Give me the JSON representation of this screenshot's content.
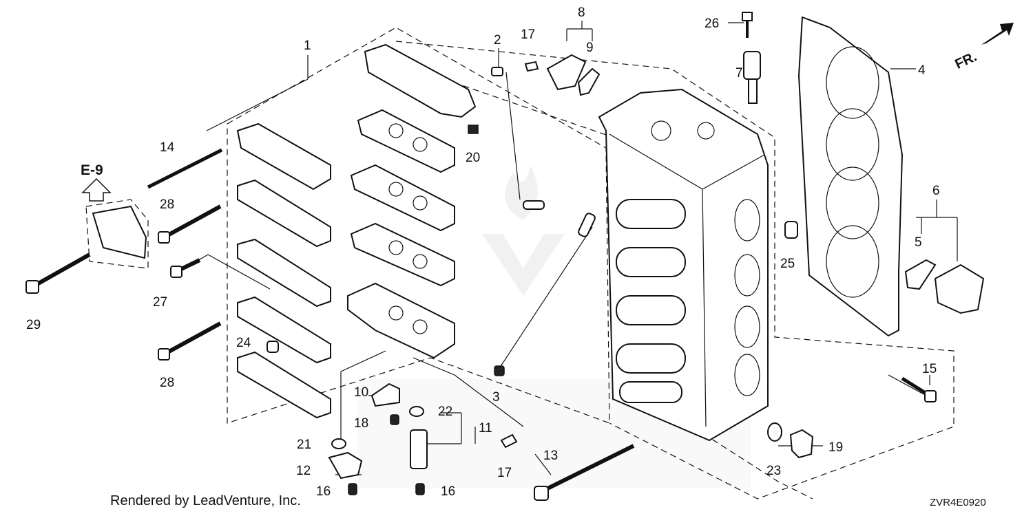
{
  "diagram": {
    "footer_left": "Rendered by LeadVenture, Inc.",
    "footer_right": "ZVR4E0920",
    "reference": "E-9",
    "direction_label": "FR.",
    "callouts": [
      "1",
      "2",
      "3",
      "4",
      "5",
      "6",
      "7",
      "8",
      "9",
      "10",
      "11",
      "12",
      "13",
      "14",
      "15",
      "16",
      "16",
      "17",
      "17",
      "18",
      "19",
      "20",
      "21",
      "22",
      "23",
      "24",
      "25",
      "26",
      "27",
      "28",
      "28",
      "29"
    ]
  }
}
